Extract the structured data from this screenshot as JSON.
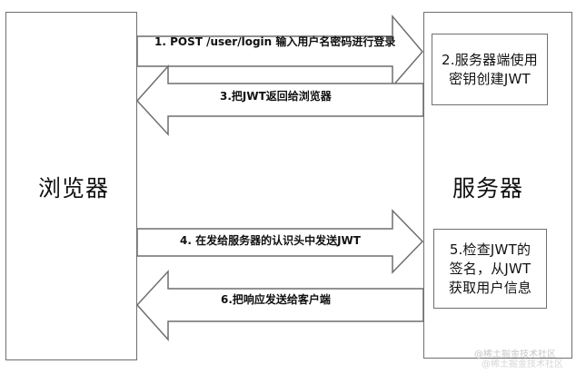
{
  "diagram": {
    "left_node": {
      "label": "浏览器"
    },
    "right_node": {
      "label": "服务器"
    },
    "notes": [
      {
        "text": "2.服务器端使用\n密钥创建JWT"
      },
      {
        "text": "5.检查JWT的\n签名，从JWT\n获取用户信息"
      }
    ],
    "arrows": [
      {
        "label": "1. POST /user/login 输入用户名密码进行登录"
      },
      {
        "label": "3.把JWT返回给浏览器"
      },
      {
        "label": "4. 在发给服务器的认识头中发送JWT"
      },
      {
        "label": "6.把响应发送给客户端"
      }
    ],
    "watermark": "@稀土掘金技术社区"
  },
  "colors": {
    "stroke": "#6f6f6f",
    "text": "#111111",
    "background": "#ffffff",
    "watermark": "#c7c7c7"
  }
}
